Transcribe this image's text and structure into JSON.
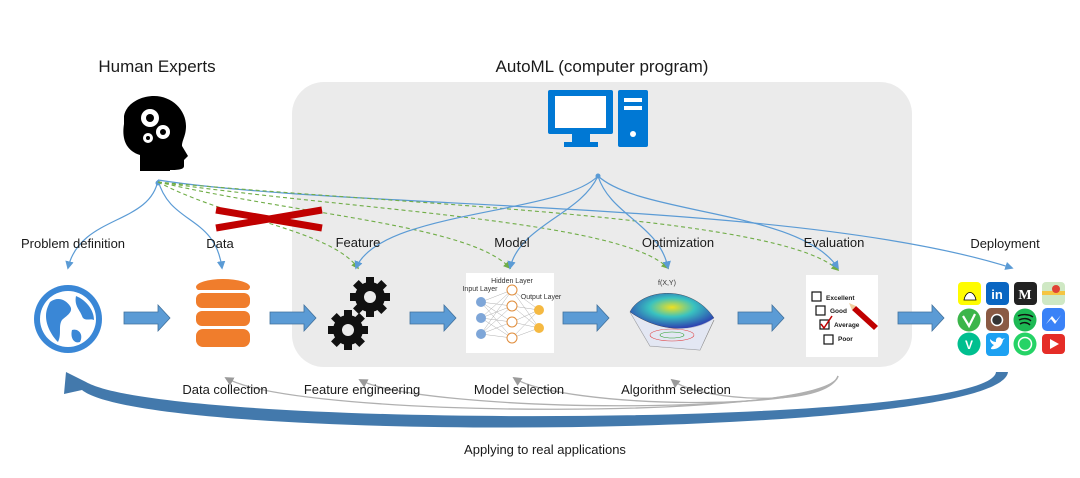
{
  "titles": {
    "human_experts": "Human Experts",
    "automl": "AutoML (computer program)"
  },
  "top_labels": {
    "problem_definition": "Problem definition",
    "data": "Data",
    "feature": "Feature",
    "model": "Model",
    "optimization": "Optimization",
    "evaluation": "Evaluation",
    "deployment": "Deployment"
  },
  "bottom_labels": {
    "data_collection": "Data collection",
    "feature_engineering": "Feature engineering",
    "model_selection": "Model selection",
    "algorithm_selection": "Algorithm selection"
  },
  "footer": "Applying to real applications",
  "nn_thumbnail": {
    "hidden_layer": "Hidden Layer",
    "input_layer": "Input Layer",
    "output_layer": "Output Layer"
  },
  "surface_thumbnail": {
    "title": "f(X,Y)"
  },
  "evaluation_checklist": [
    "Excellent",
    "Good",
    "Average",
    "Poor"
  ],
  "app_icons": [
    "snapchat-icon",
    "linkedin-icon",
    "medium-icon",
    "maps-icon",
    "vine-tile-icon",
    "instagram-icon",
    "spotify-icon",
    "messenger-icon",
    "vine-icon",
    "twitter-icon",
    "whatsapp-icon",
    "youtube-icon"
  ],
  "colors": {
    "automl_box": "#ebebeb",
    "flow_arrow": "#5b9bd5",
    "human_arrow": "#5b9bd5",
    "dashed_arrow": "#70ad47",
    "cross": "#c00000",
    "computer": "#0078d4",
    "globe": "#3a87d6",
    "database": "#f07d2c",
    "feedback_gray": "#b0b0b0",
    "feedback_blue": "#2f6aa3"
  }
}
